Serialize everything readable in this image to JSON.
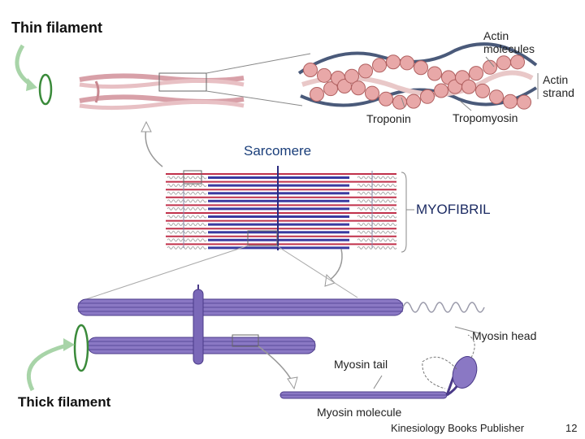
{
  "labels": {
    "thin_filament": "Thin filament",
    "actin_molecules": [
      "Actin",
      "molecules"
    ],
    "actin_strand": [
      "Actin",
      "strand"
    ],
    "troponin": "Troponin",
    "tropomyosin": "Tropomyosin",
    "sarcomere": "Sarcomere",
    "myofibril": "MYOFIBRIL",
    "myosin_head": "Myosin head",
    "myosin_tail": "Myosin tail",
    "thick_filament": "Thick filament",
    "myosin_molecule": "Myosin molecule"
  },
  "footer": {
    "publisher": "Kinesiology Books Publisher",
    "page_number": "12"
  },
  "colors": {
    "actin_bead": "#e8a8a8",
    "actin_strand": "#4a5a7a",
    "tropomyosin": "#e9c8c8",
    "thin_filament_red": "#c0304a",
    "thick_filament_blue": "#3a3aa0",
    "myosin_purple": "#8a78c4",
    "indicator_green": "#3a8a3a",
    "label_blue": "#1a3e7a"
  }
}
